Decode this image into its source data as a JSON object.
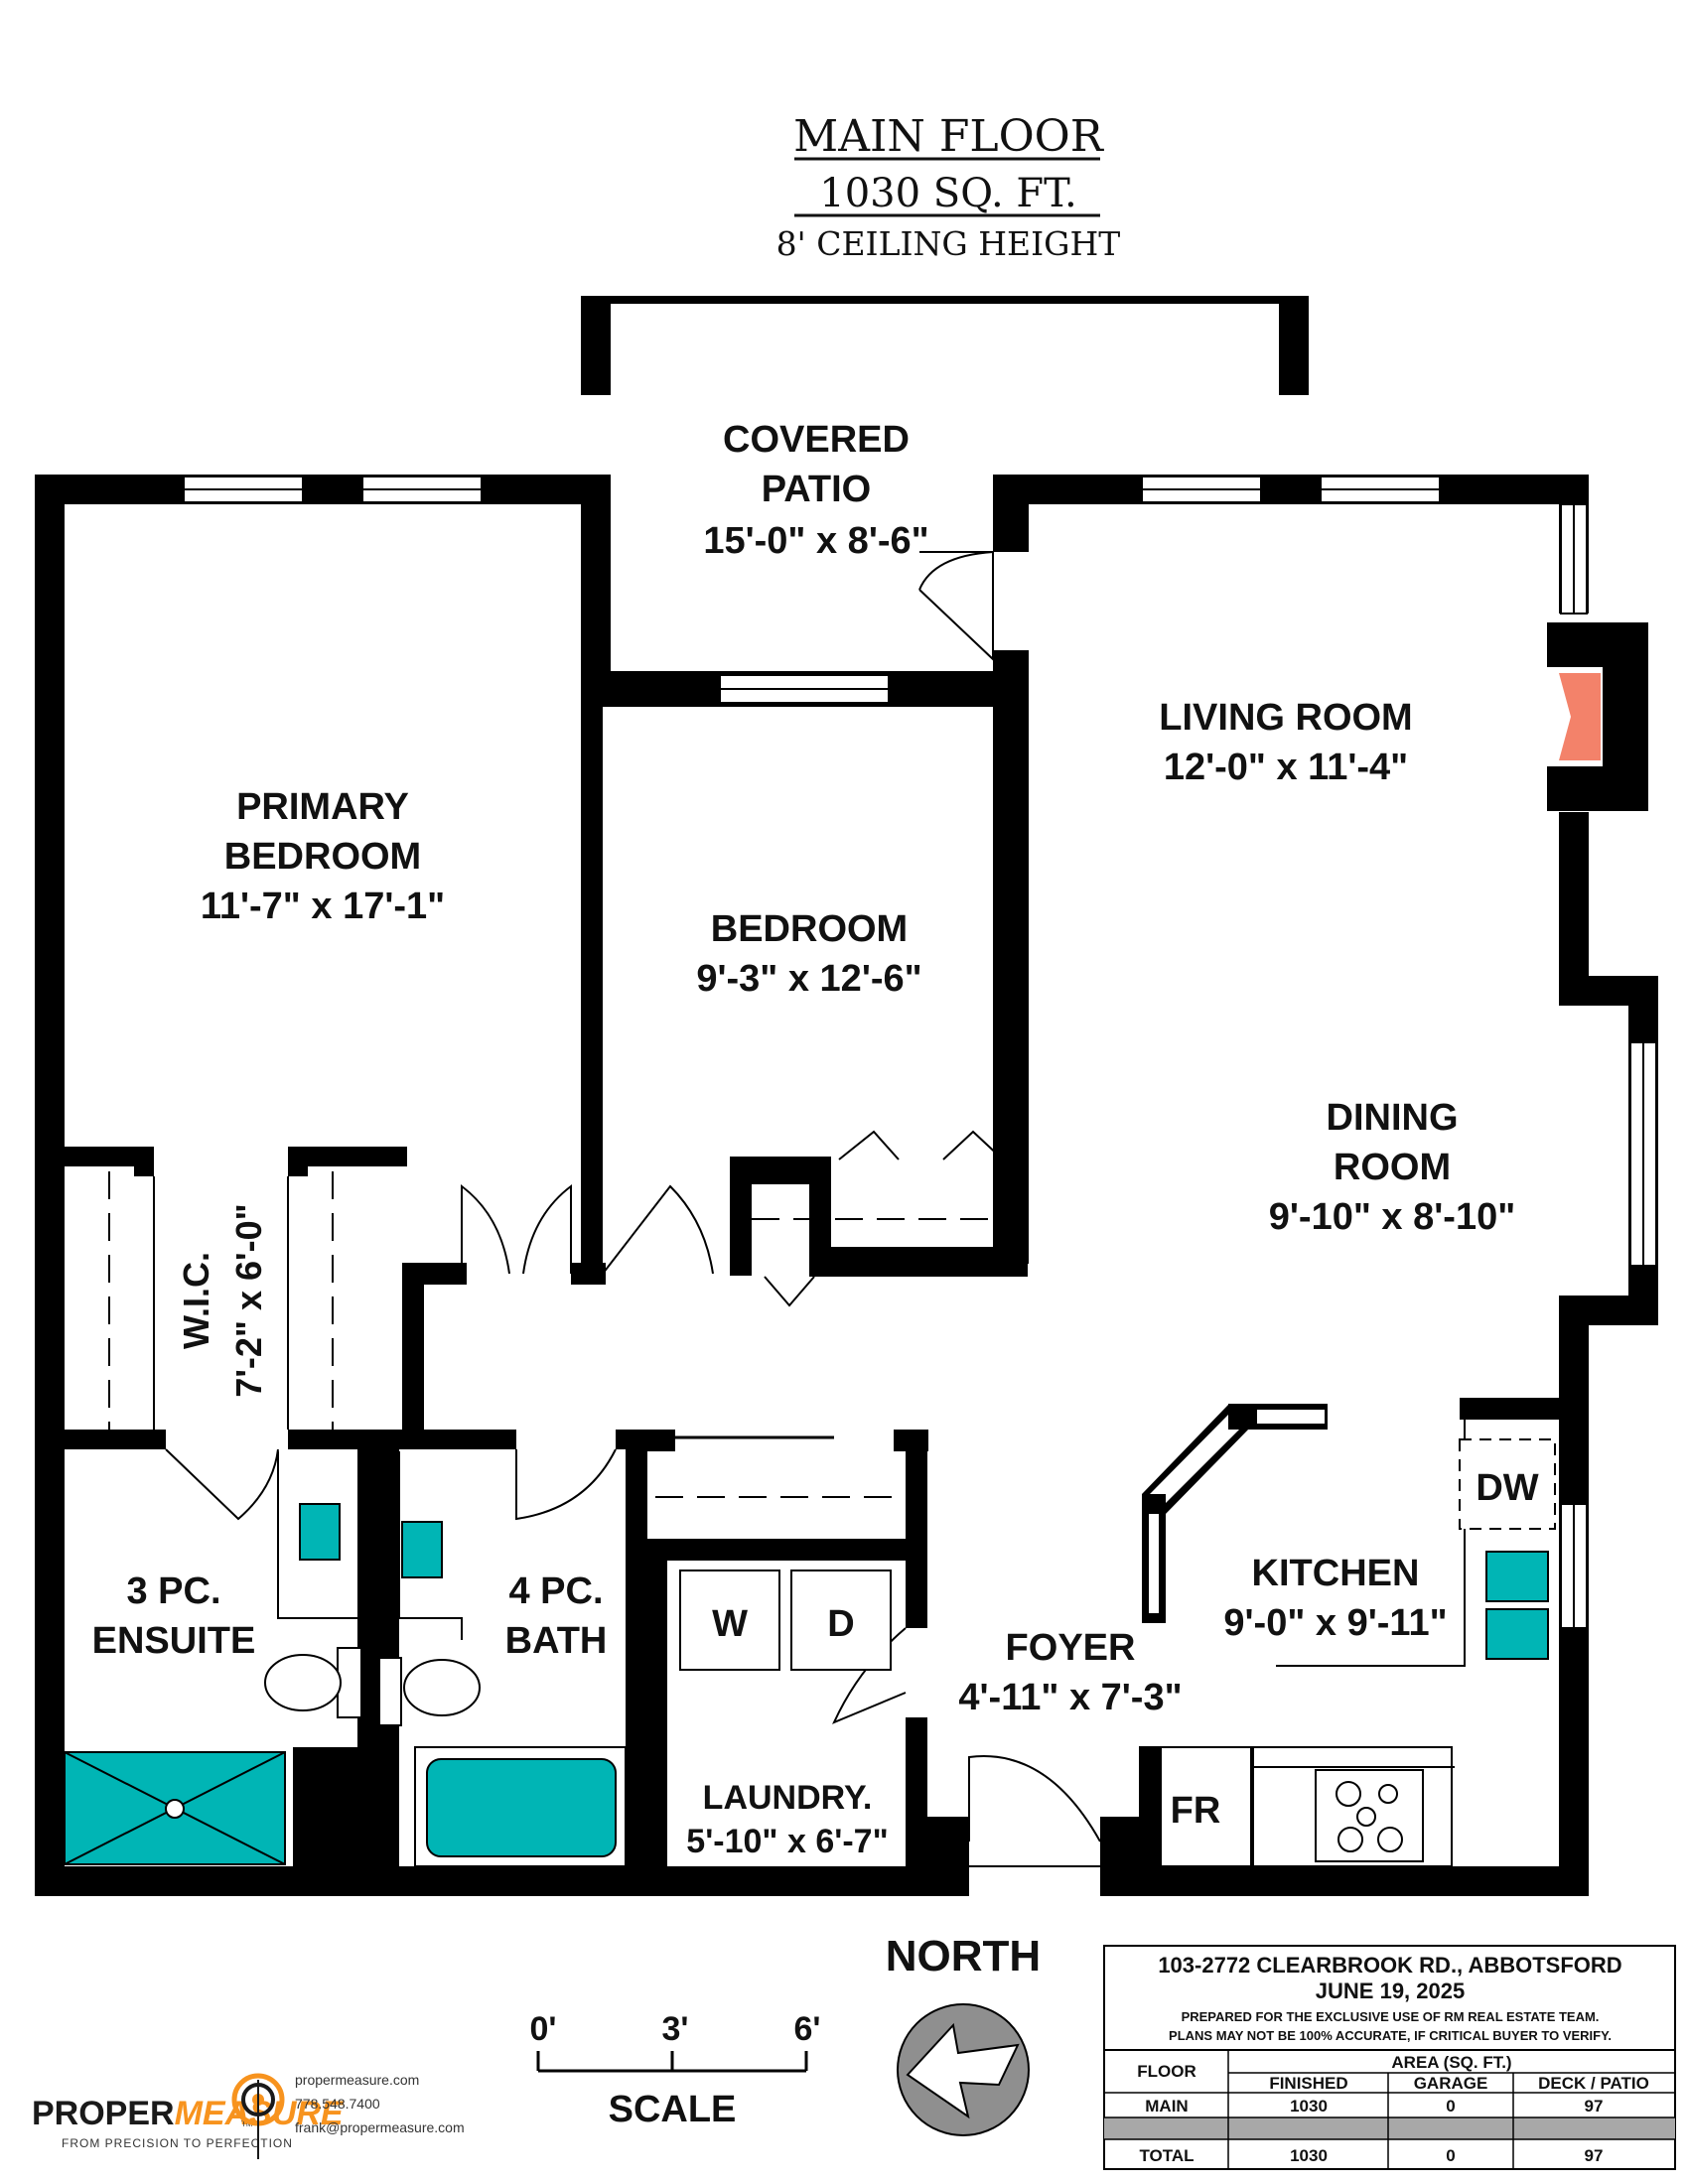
{
  "header": {
    "title": "MAIN FLOOR",
    "area": "1030 SQ. FT.",
    "ceiling": "8' CEILING HEIGHT"
  },
  "rooms": {
    "covered_patio": {
      "line1": "COVERED",
      "line2": "PATIO",
      "dims": "15'-0\" x 8'-6\""
    },
    "living_room": {
      "name": "LIVING ROOM",
      "dims": "12'-0\" x 11'-4\""
    },
    "primary_bedroom": {
      "line1": "PRIMARY",
      "line2": "BEDROOM",
      "dims": "11'-7\" x 17'-1\""
    },
    "bedroom": {
      "name": "BEDROOM",
      "dims": "9'-3\" x 12'-6\""
    },
    "dining_room": {
      "line1": "DINING",
      "line2": "ROOM",
      "dims": "9'-10\" x 8'-10\""
    },
    "wic": {
      "name": "W.I.C.",
      "dims": "7'-2\" x 6'-0\""
    },
    "ensuite": {
      "line1": "3 PC.",
      "line2": "ENSUITE"
    },
    "bath": {
      "line1": "4 PC.",
      "line2": "BATH"
    },
    "kitchen": {
      "name": "KITCHEN",
      "dims": "9'-0\" x 9'-11\""
    },
    "foyer": {
      "name": "FOYER",
      "dims": "4'-11\" x 7'-3\""
    },
    "laundry": {
      "name": "LAUNDRY.",
      "dims": "5'-10\" x 6'-7\""
    }
  },
  "fixtures": {
    "washer": "W",
    "dryer": "D",
    "dishwasher": "DW",
    "fridge": "FR"
  },
  "compass": {
    "label": "NORTH"
  },
  "scale": {
    "label": "SCALE",
    "ticks": [
      "0'",
      "3'",
      "6'"
    ]
  },
  "info": {
    "address": "103-2772 CLEARBROOK RD., ABBOTSFORD",
    "date": "JUNE 19, 2025",
    "note1": "PREPARED FOR THE EXCLUSIVE USE OF RM REAL ESTATE TEAM.",
    "note2": "PLANS MAY NOT BE 100% ACCURATE, IF CRITICAL BUYER TO VERIFY.",
    "area_header": "AREA (SQ. FT.)",
    "col_floor": "FLOOR",
    "col_finished": "FINISHED",
    "col_garage": "GARAGE",
    "col_deck": "DECK / PATIO",
    "rows": [
      {
        "floor": "MAIN",
        "finished": "1030",
        "garage": "0",
        "deck": "97"
      },
      {
        "floor": "TOTAL",
        "finished": "1030",
        "garage": "0",
        "deck": "97"
      }
    ]
  },
  "branding": {
    "logo_a": "PROPER",
    "logo_b": "MEASURE",
    "tm": "TM",
    "tagline": "FROM PRECISION TO PERFECTION",
    "website": "propermeasure.com",
    "phone": "778.548.7400",
    "email": "frank@propermeasure.com"
  },
  "colors": {
    "wall": "#000000",
    "fixture": "#00b5b5",
    "fire": "#f3826a",
    "table_shade": "#a8a8a8",
    "logo_orange": "#f7931e"
  }
}
